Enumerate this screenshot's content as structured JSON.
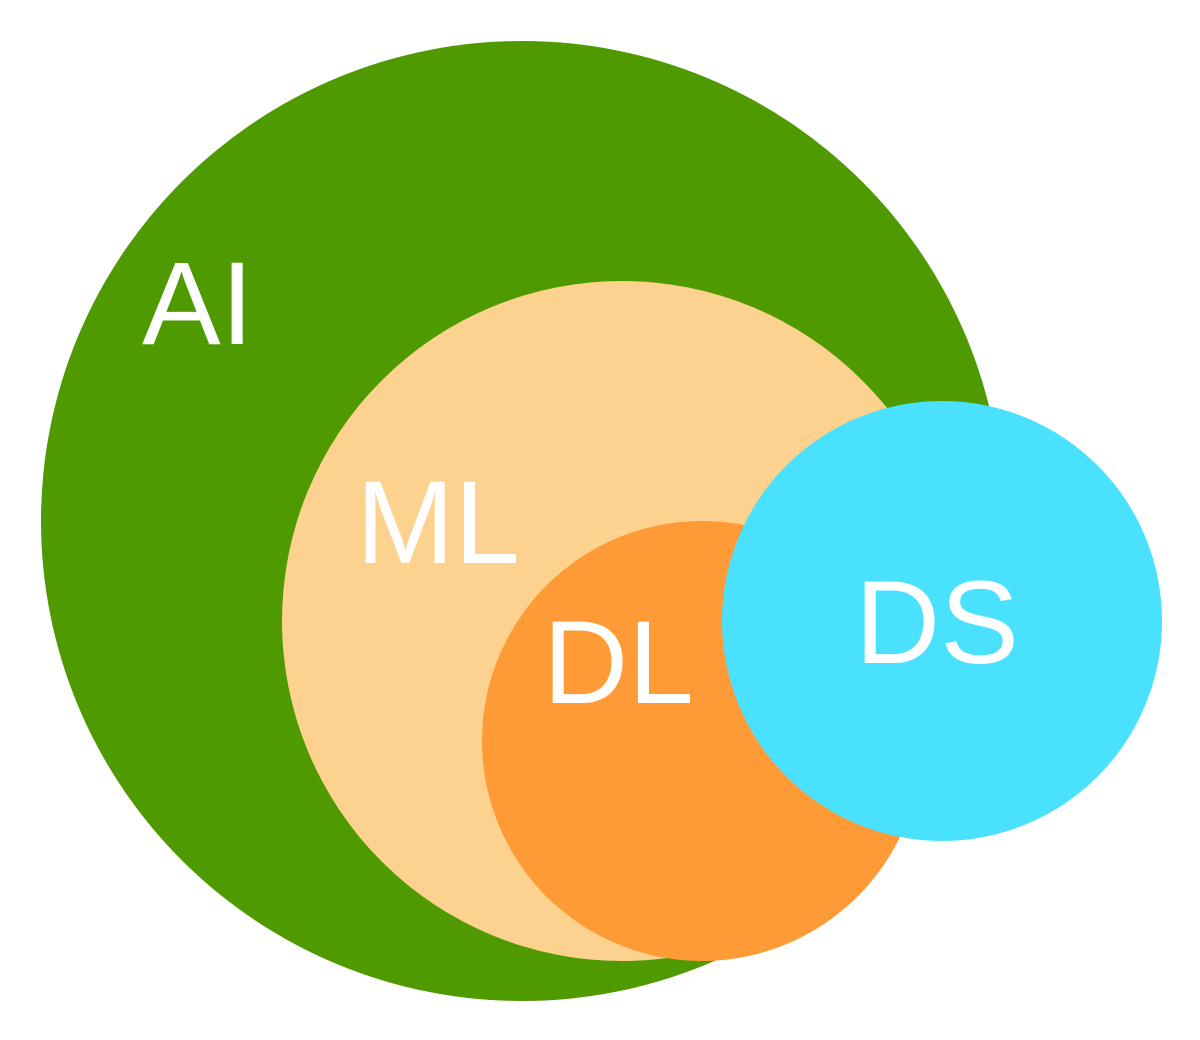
{
  "diagram": {
    "sets": [
      {
        "id": "ai",
        "label": "AI",
        "color": "#4e9a00"
      },
      {
        "id": "ml",
        "label": "ML",
        "color": "#fdd18e"
      },
      {
        "id": "dl",
        "label": "DL",
        "color": "#fe9b36"
      },
      {
        "id": "ds",
        "label": "DS",
        "color": "#4ae1ff"
      }
    ],
    "label_color": "#ffffff"
  }
}
